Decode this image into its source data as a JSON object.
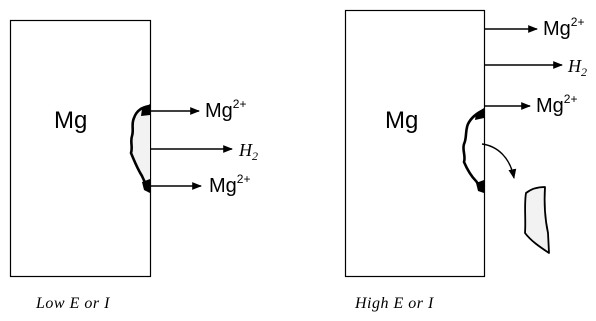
{
  "left_panel": {
    "metal_label": "Mg",
    "ion_label_top": "Mg",
    "ion_charge_top": "2+",
    "gas_label": "H",
    "gas_subscript": "2",
    "ion_label_bottom": "Mg",
    "ion_charge_bottom": "2+",
    "caption": "Low E or I"
  },
  "right_panel": {
    "metal_label": "Mg",
    "ion_label_top": "Mg",
    "ion_charge_top": "2+",
    "gas_label": "H",
    "gas_subscript": "2",
    "ion_label_mid": "Mg",
    "ion_charge_mid": "2+",
    "caption": "High E or I"
  },
  "colors": {
    "line": "#000000",
    "film_fill": "#f2f2f2",
    "background": "#ffffff"
  }
}
